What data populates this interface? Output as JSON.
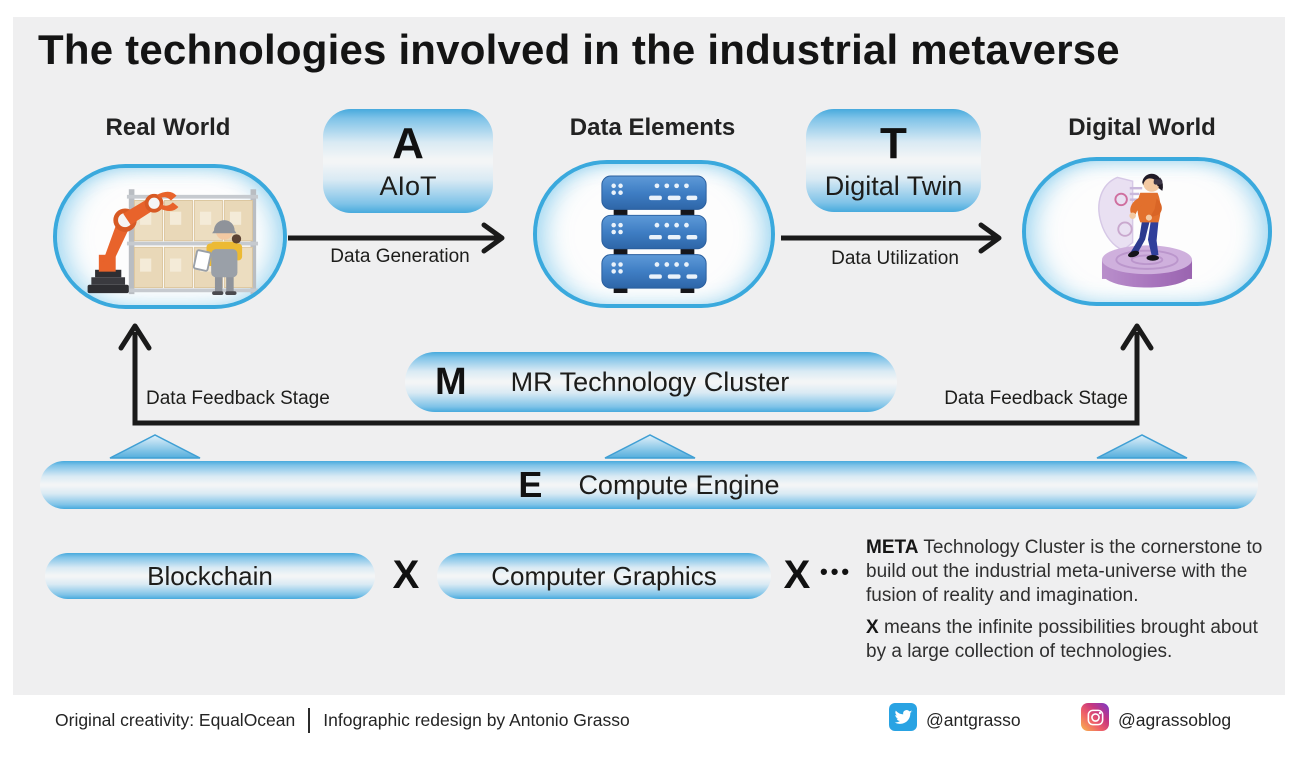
{
  "title": "The technologies involved in the industrial metaverse",
  "colors": {
    "panel_bg": "#efeff0",
    "accent_blue": "#3aa9dd",
    "text_dark": "#1d1d1b",
    "twitter_blue": "#29a3e3",
    "instagram_gradient": [
      "#f8b64c",
      "#ee5f68",
      "#c6367f",
      "#8a3ab9"
    ]
  },
  "nodes": [
    {
      "label": "Real World",
      "illustration": "factory-robot-arm-warehouse"
    },
    {
      "label": "Data Elements",
      "illustration": "server-stack"
    },
    {
      "label": "Digital World",
      "illustration": "vr-person-on-podium"
    }
  ],
  "connectors": [
    {
      "letter": "A",
      "name": "AIoT",
      "arrow_label": "Data Generation"
    },
    {
      "letter": "T",
      "name": "Digital Twin",
      "arrow_label": "Data Utilization"
    }
  ],
  "feedback": {
    "left_label": "Data Feedback Stage",
    "right_label": "Data Feedback Stage"
  },
  "mr_cluster": {
    "letter": "M",
    "name": "MR Technology Cluster"
  },
  "compute_engine": {
    "letter": "E",
    "name": "Compute Engine"
  },
  "bottom_row": {
    "pills": [
      "Blockchain",
      "Computer Graphics"
    ],
    "x_symbol": "X",
    "dots": "•••"
  },
  "notes": {
    "p1_bold": "META",
    "p1_text": " Technology Cluster is the cornerstone to build out the industrial meta-universe with the fusion of reality and imagination.",
    "p2_bold": "X",
    "p2_text": " means the infinite possibilities brought about by a large collection of technologies."
  },
  "footer": {
    "credit_left": "Original creativity: EqualOcean",
    "credit_right": "Infographic redesign by Antonio Grasso",
    "twitter_icon": "twitter-icon",
    "twitter_handle": "@antgrasso",
    "instagram_icon": "instagram-icon",
    "instagram_handle": "@agrassoblog"
  }
}
